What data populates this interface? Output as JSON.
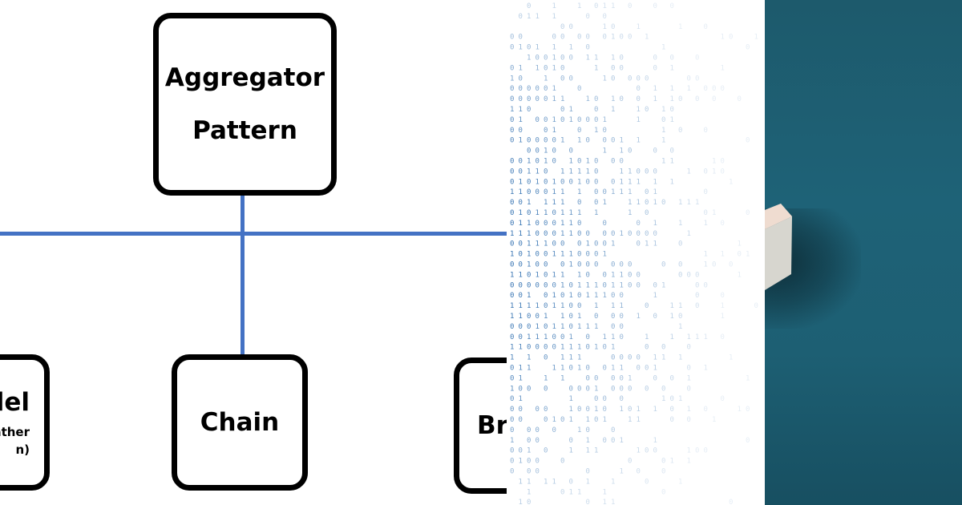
{
  "diagram": {
    "top_box": {
      "line1": "Aggregator",
      "line2": "Pattern"
    },
    "children": {
      "left": {
        "title": "lel",
        "sub_line1": "ather",
        "sub_line2": "n)"
      },
      "center": {
        "title": "Chain"
      },
      "right": {
        "title": "Br"
      }
    }
  },
  "colors": {
    "connector": "#4472c4",
    "box_border": "#000000",
    "binary_digits": "#2f6fb0",
    "teal_background": "#1e6277"
  }
}
